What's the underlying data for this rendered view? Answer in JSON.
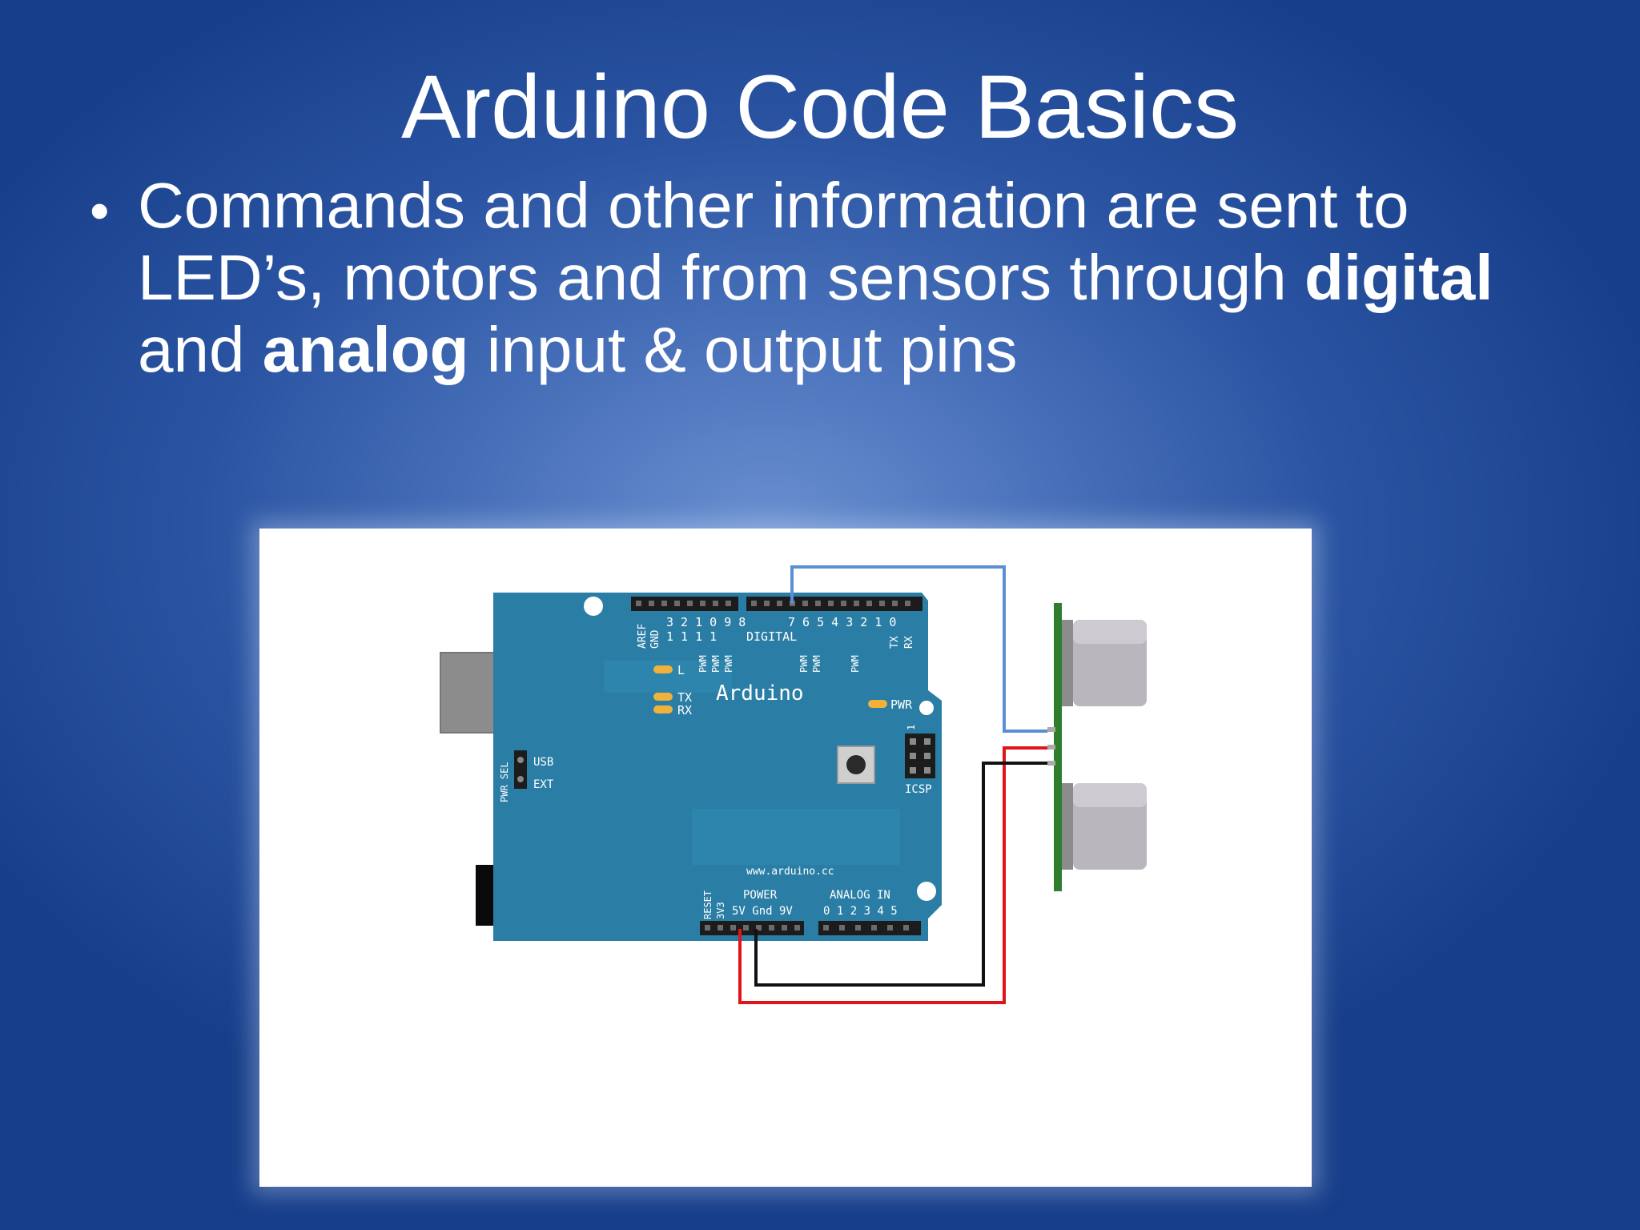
{
  "slide": {
    "title": "Arduino Code Basics",
    "bullet": {
      "symbol": "•",
      "text_1": "Commands and other information are sent to LED’s, motors and from sensors through ",
      "bold_1": "digital",
      "text_2": " and ",
      "bold_2": "analog",
      "text_3": " input & output pins"
    }
  },
  "diagram": {
    "board_name": "Arduino",
    "header_left_labels": [
      "AREF",
      "GND"
    ],
    "digital_upper_numbers": "3 2 1 0 9 8",
    "digital_upper_numbers_2": "7 6 5 4 3 2 1 0",
    "digital_tens": "1 1 1 1",
    "digital_label": "DIGITAL",
    "tx_rx_labels": [
      "TX",
      "RX"
    ],
    "pwm_label": "PWM",
    "led_l_label": "L",
    "led_tx_label": "TX",
    "led_rx_label": "RX",
    "pwr_led_label": "PWR",
    "pwr_sel_label": "PWR SEL",
    "usb_label": "USB",
    "ext_label": "EXT",
    "icsp_label": "ICSP",
    "icsp_pin1": "1",
    "website": "www.arduino.cc",
    "reset_label": "RESET",
    "v33_label": "3V3",
    "power_label": "POWER",
    "power_pins": "5V Gnd 9V",
    "analog_label": "ANALOG IN",
    "analog_pins": "0 1 2 3 4 5",
    "colors": {
      "board": "#2a7ea6",
      "signal_wire": "#5b8fd3",
      "power_wire": "#e0141a",
      "ground_wire": "#111111",
      "sensor_pcb": "#2f7d2f"
    }
  }
}
